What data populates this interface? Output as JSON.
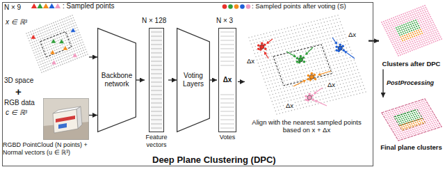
{
  "diagram": {
    "nodes": [
      {
        "text": [
          "Deep Plane Clustering (DPC)"
        ]
      },
      {
        "text": [
          "3D space"
        ],
        "in": 0
      },
      {
        "text": [
          "RGB data",
          "RGBD PointCloud (N points) + Normal vectors (u ∈ ℝ³)"
        ],
        "in": 0
      },
      {
        "text": [
          "Backbone network"
        ],
        "in": 0
      },
      {
        "text": [
          "Feature vectors"
        ],
        "in": 0
      },
      {
        "text": [
          "Voting Layers"
        ],
        "in": 0
      },
      {
        "text": [
          "Δx",
          "Votes"
        ],
        "in": 0
      },
      {
        "text": [
          "Align with the nearest sampled points based on x + Δx"
        ],
        "in": 0
      },
      {
        "text": [
          "Clusters after DPC"
        ]
      },
      {
        "text": [
          "Final plane clusters"
        ]
      }
    ],
    "edges": [
      {
        "from": 1,
        "to": 3,
        "arrow": "to"
      },
      {
        "from": 2,
        "to": 3,
        "arrow": "to"
      },
      {
        "from": 3,
        "to": 4,
        "arrow": "to"
      },
      {
        "from": 4,
        "to": 5,
        "arrow": "to"
      },
      {
        "from": 5,
        "to": 6,
        "arrow": "to"
      },
      {
        "from": 6,
        "to": 7,
        "arrow": "to"
      },
      {
        "from": 7,
        "to": 8,
        "arrow": "to"
      },
      {
        "from": 8,
        "to": 9,
        "label": "PostProcessing",
        "arrow": "to"
      }
    ],
    "labels": [
      "N × 9",
      "x ∈ ℝ³",
      "+",
      "c ∈ ℝ³",
      "N × 128",
      "N × 3",
      "Δx",
      "Δx",
      "Δx",
      "Δx"
    ],
    "legend": [
      {
        "text": ": Sampled points"
      },
      {
        "text": ": Sampled points after voting (S)"
      }
    ]
  }
}
